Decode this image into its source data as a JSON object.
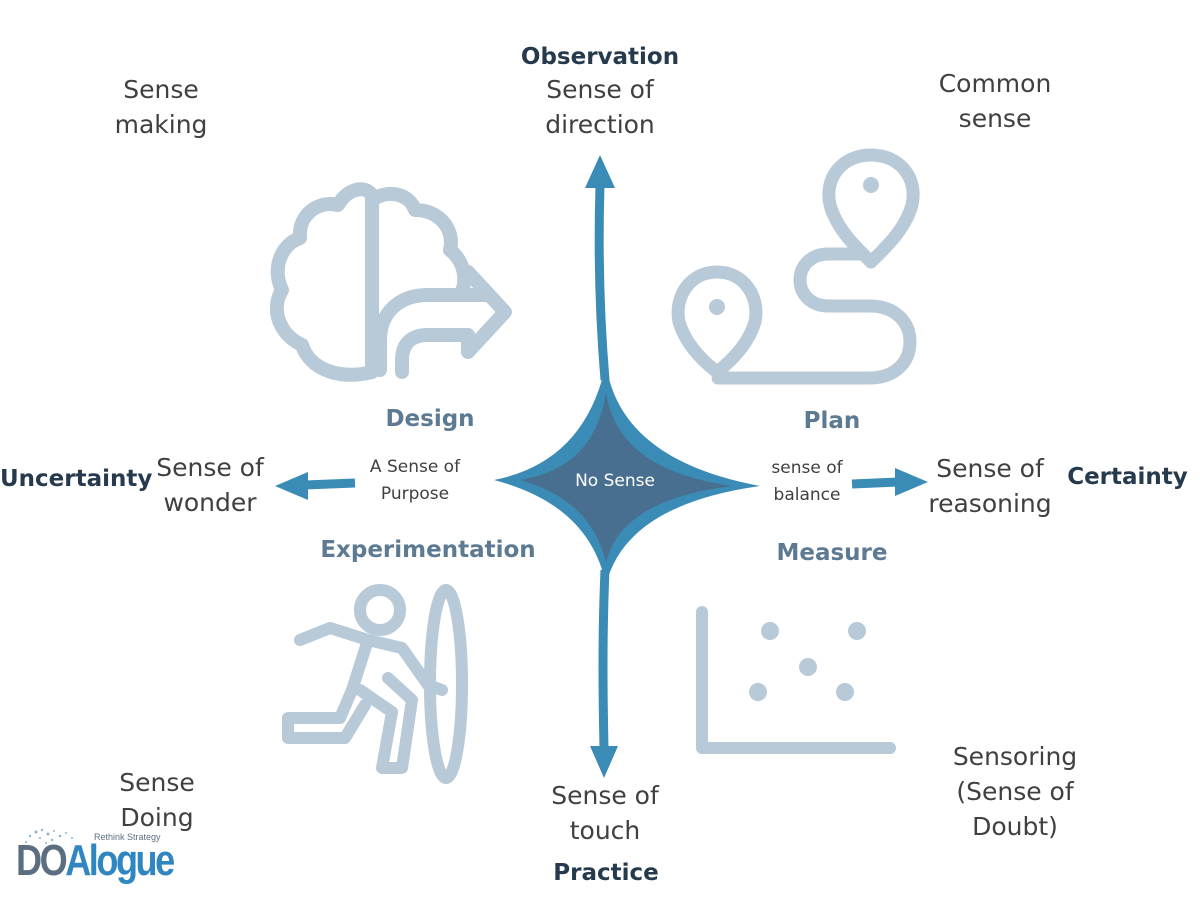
{
  "axes": {
    "top": "Observation",
    "bottom": "Practice",
    "left": "Uncertainty",
    "right": "Certainty"
  },
  "center": "No Sense",
  "inner": {
    "left_line1": "A Sense of",
    "left_line2": "Purpose",
    "right_line1": "sense of",
    "right_line2": "balance"
  },
  "arrows": {
    "top_line1": "Sense of",
    "top_line2": "direction",
    "bottom_line1": "Sense of",
    "bottom_line2": "touch",
    "left_line1": "Sense of",
    "left_line2": "wonder",
    "right_line1": "Sense of",
    "right_line2": "reasoning"
  },
  "quadrants": {
    "design": "Design",
    "plan": "Plan",
    "experimentation": "Experimentation",
    "measure": "Measure"
  },
  "corners": {
    "top_left_line1": "Sense",
    "top_left_line2": "making",
    "top_right_line1": "Common",
    "top_right_line2": "sense",
    "bottom_left_line1": "Sense",
    "bottom_left_line2": "Doing",
    "bottom_right_line1": "Sensoring",
    "bottom_right_line2": "(Sense of",
    "bottom_right_line3": "Doubt)"
  },
  "logo": {
    "brand": "DOAlogue",
    "tagline": "Rethink Strategy"
  },
  "colors": {
    "arrow": "#3a8bb5",
    "star_fill": "#486f8f",
    "icon": "#b8c9d8",
    "quadrant_label": "#5d7a93",
    "axis_label": "#263a4e"
  },
  "icons": [
    "brain-arrow-icon",
    "map-route-icon",
    "running-person-portal-icon",
    "scatter-plot-icon"
  ]
}
